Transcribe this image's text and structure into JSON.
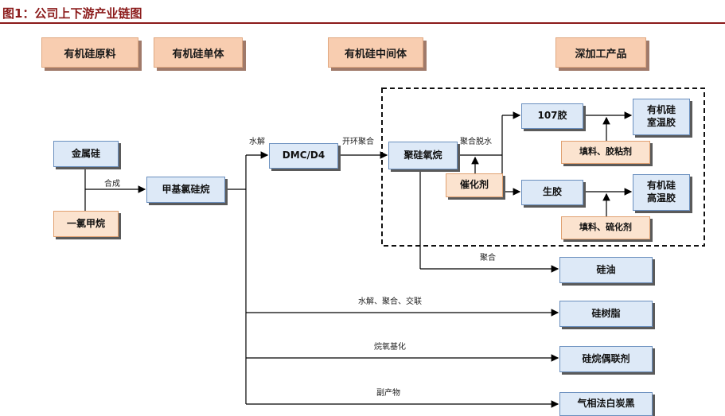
{
  "title": "图1：公司上下游产业链图",
  "headers": [
    "有机硅原料",
    "有机硅单体",
    "有机硅中间体",
    "深加工产品"
  ],
  "nodes": {
    "jinshugui": "金属硅",
    "yilvjiawan": "一氯甲烷",
    "jiajilvguiwan": "甲基氯硅烷",
    "dmc": "DMC/D4",
    "juguiyangwan": "聚硅氧烷",
    "cuihuaji": "催化剂",
    "jiao107": "107胶",
    "shengjiao": "生胶",
    "tianliao1": "填料、胶粘剂",
    "tianliao2": "填料、硫化剂",
    "shiwen": "有机硅\n室温胶",
    "gaowen": "有机硅\n高温胶",
    "guiyou": "硅油",
    "guishuzhi": "硅树脂",
    "guiwanouheji": "硅烷偶联剂",
    "qixiang": "气相法白炭黑"
  },
  "edge_labels": {
    "hecheng": "合成",
    "shuijie": "水解",
    "kaihuan": "开环聚合",
    "tuoshui": "聚合脱水",
    "juhe": "聚合",
    "shuijie_jiaolian": "水解、聚合、交联",
    "wanyangjihua": "烷氧基化",
    "fuchanwu": "副产物"
  }
}
